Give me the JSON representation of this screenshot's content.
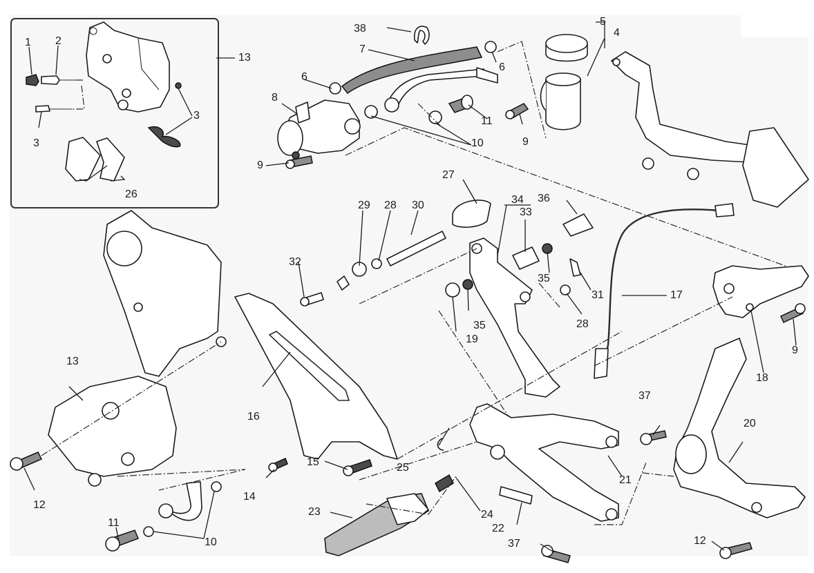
{
  "diagram": {
    "type": "exploded-parts-diagram",
    "subject": "Rear brake and rider footrest assembly",
    "inset": {
      "label": "13",
      "callouts": [
        "1",
        "2",
        "3",
        "3",
        "26"
      ]
    },
    "callouts": [
      {
        "id": "c1",
        "label": "1"
      },
      {
        "id": "c2",
        "label": "2"
      },
      {
        "id": "c3a",
        "label": "3"
      },
      {
        "id": "c3b",
        "label": "3"
      },
      {
        "id": "c4",
        "label": "4"
      },
      {
        "id": "c5",
        "label": "5"
      },
      {
        "id": "c6a",
        "label": "6"
      },
      {
        "id": "c6b",
        "label": "6"
      },
      {
        "id": "c7",
        "label": "7"
      },
      {
        "id": "c8",
        "label": "8"
      },
      {
        "id": "c9a",
        "label": "9"
      },
      {
        "id": "c9b",
        "label": "9"
      },
      {
        "id": "c9c",
        "label": "9"
      },
      {
        "id": "c10a",
        "label": "10"
      },
      {
        "id": "c10b",
        "label": "10"
      },
      {
        "id": "c11a",
        "label": "11"
      },
      {
        "id": "c11b",
        "label": "11"
      },
      {
        "id": "c12a",
        "label": "12"
      },
      {
        "id": "c12b",
        "label": "12"
      },
      {
        "id": "c13a",
        "label": "13"
      },
      {
        "id": "c13b",
        "label": "13"
      },
      {
        "id": "c14",
        "label": "14"
      },
      {
        "id": "c15",
        "label": "15"
      },
      {
        "id": "c16",
        "label": "16"
      },
      {
        "id": "c17",
        "label": "17"
      },
      {
        "id": "c18",
        "label": "18"
      },
      {
        "id": "c19",
        "label": "19"
      },
      {
        "id": "c20",
        "label": "20"
      },
      {
        "id": "c21",
        "label": "21"
      },
      {
        "id": "c22",
        "label": "22"
      },
      {
        "id": "c23",
        "label": "23"
      },
      {
        "id": "c24",
        "label": "24"
      },
      {
        "id": "c25",
        "label": "25"
      },
      {
        "id": "c26",
        "label": "26"
      },
      {
        "id": "c27",
        "label": "27"
      },
      {
        "id": "c28a",
        "label": "28"
      },
      {
        "id": "c28b",
        "label": "28"
      },
      {
        "id": "c29",
        "label": "29"
      },
      {
        "id": "c30",
        "label": "30"
      },
      {
        "id": "c31",
        "label": "31"
      },
      {
        "id": "c32",
        "label": "32"
      },
      {
        "id": "c33",
        "label": "33"
      },
      {
        "id": "c34",
        "label": "34"
      },
      {
        "id": "c35a",
        "label": "35"
      },
      {
        "id": "c35b",
        "label": "35"
      },
      {
        "id": "c36",
        "label": "36"
      },
      {
        "id": "c37a",
        "label": "37"
      },
      {
        "id": "c37b",
        "label": "37"
      },
      {
        "id": "c38",
        "label": "38"
      }
    ]
  }
}
